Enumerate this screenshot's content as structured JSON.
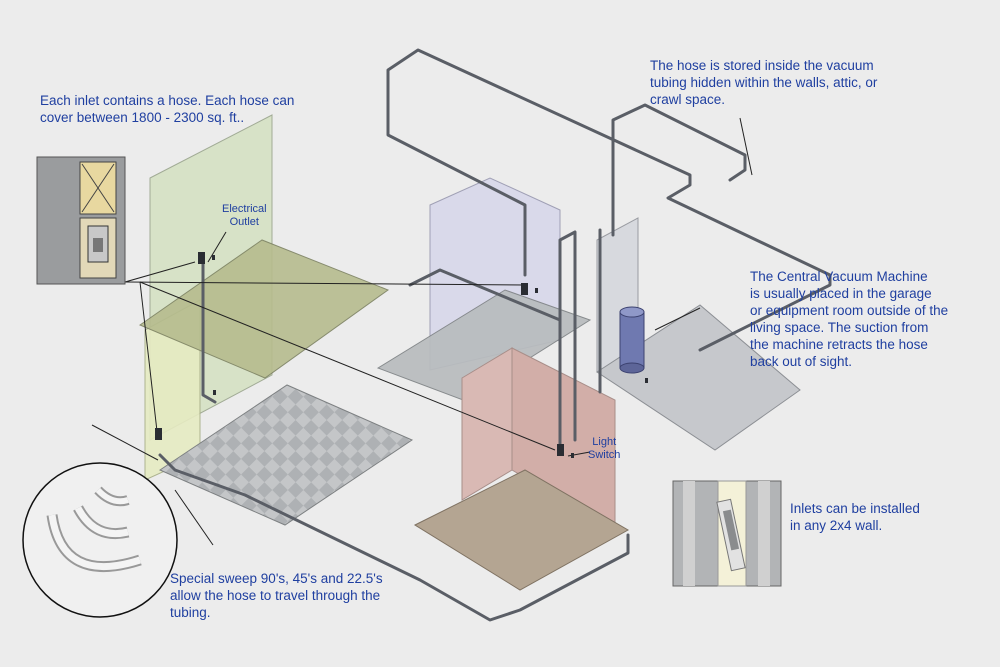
{
  "colors": {
    "background": "#ececec",
    "label_text": "#1f3fa0",
    "pipe": "#5a5e66",
    "wall_green": "#d5e2c4",
    "wall_lavender": "#d8d8ea",
    "wall_pink": "#d9b9b4",
    "floor_olive": "#b6bc8e",
    "floor_gray": "#b8bcbe",
    "floor_brown": "#b4a592",
    "vacuum_unit": "#6f79b0"
  },
  "labels": {
    "inlet_hose": "Each inlet contains a hose.  Each hose can\ncover between 1800 - 2300 sq. ft..",
    "hose_stored": "The hose is stored inside the vacuum\ntubing hidden within the walls, attic, or\ncrawl space.",
    "electrical_outlet": "Electrical\nOutlet",
    "central_vacuum": "The Central Vacuum Machine\nis usually placed in the garage\nor equipment room outside of the\nliving space.  The suction from\nthe machine retracts the hose\nback out of sight.",
    "light_switch": "Light\nSwitch",
    "inlets_wall": "Inlets can be installed\nin any 2x4 wall.",
    "sweeps": "Special sweep 90's, 45's and 22.5's\nallow the hose to travel through the\ntubing."
  }
}
